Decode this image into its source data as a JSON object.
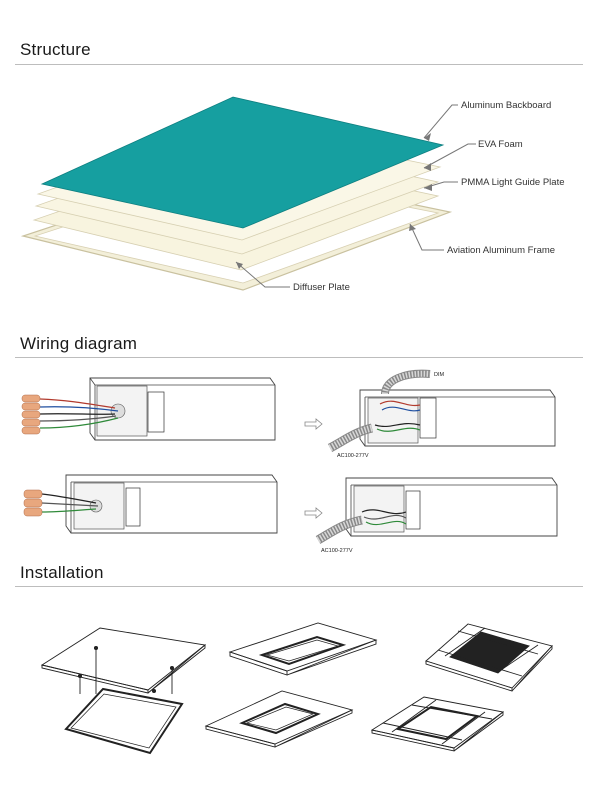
{
  "sections": {
    "structure": "Structure",
    "wiring": "Wiring diagram",
    "installation": "Installation"
  },
  "structure_labels": {
    "backboard": "Aluminum Backboard",
    "foam": "EVA Foam",
    "guide": "PMMA Light Guide Plate",
    "frame": "Aviation Aluminum Frame",
    "diffuser": "Diffuser Plate"
  },
  "wiring_labels": {
    "dim": "DIM",
    "ac_top": "AC100-277V",
    "ac_bottom": "AC100-277V"
  },
  "colors": {
    "backboard": "#169fa0",
    "plate": "#f7f3dd",
    "frame_edge": "#cfc7a6"
  }
}
